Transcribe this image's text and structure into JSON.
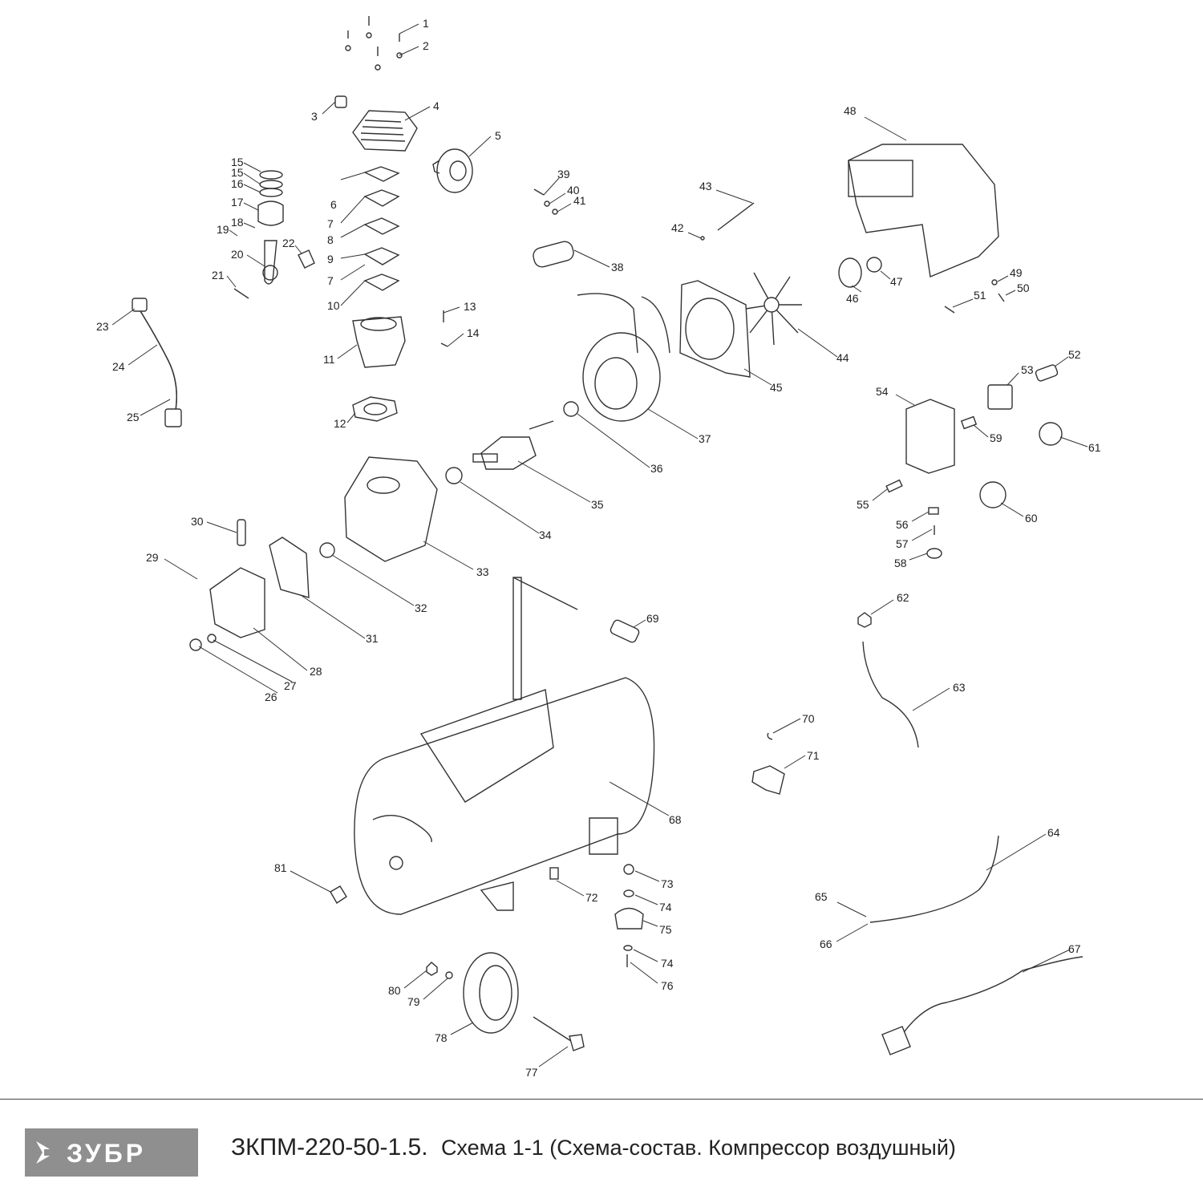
{
  "brand": {
    "logo_text": "ЗУБР",
    "logo_color": "#8f8f8f"
  },
  "title": {
    "model": "ЗКПМ-220-50-1.5.",
    "description": "Схема 1-1 (Схема-состав. Компрессор воздушный)"
  },
  "callouts": [
    "1",
    "2",
    "3",
    "4",
    "5",
    "6",
    "7",
    "8",
    "9",
    "7",
    "10",
    "11",
    "12",
    "13",
    "14",
    "15",
    "15",
    "16",
    "17",
    "18",
    "19",
    "20",
    "21",
    "22",
    "23",
    "24",
    "25",
    "26",
    "27",
    "28",
    "29",
    "30",
    "31",
    "32",
    "33",
    "34",
    "35",
    "36",
    "37",
    "38",
    "39",
    "40",
    "41",
    "42",
    "43",
    "44",
    "45",
    "46",
    "47",
    "48",
    "49",
    "50",
    "51",
    "52",
    "53",
    "54",
    "55",
    "56",
    "57",
    "58",
    "59",
    "60",
    "61",
    "62",
    "63",
    "64",
    "65",
    "66",
    "67",
    "68",
    "69",
    "70",
    "71",
    "72",
    "73",
    "74",
    "75",
    "74",
    "76",
    "77",
    "78",
    "79",
    "80",
    "81"
  ]
}
